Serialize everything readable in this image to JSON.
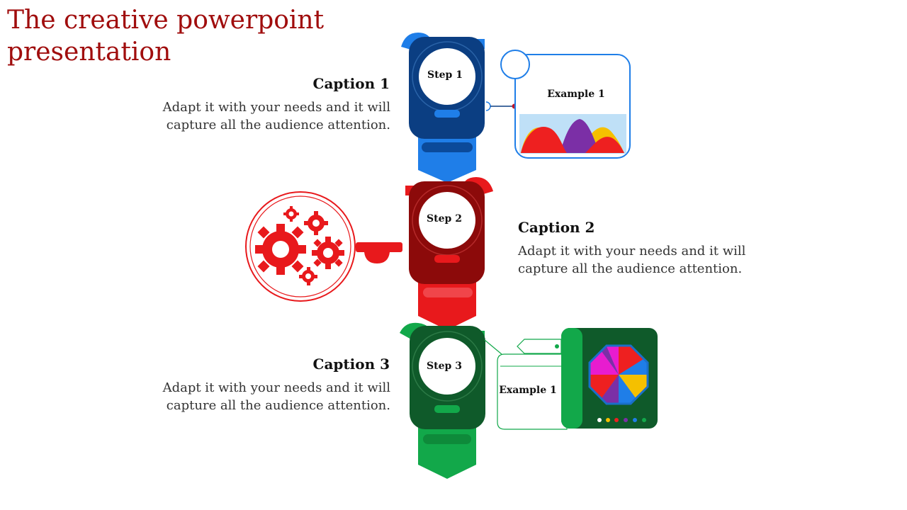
{
  "title": "The creative powerpoint presentation",
  "steps": [
    {
      "label": "Step 1",
      "caption_title": "Caption 1",
      "caption_body": "Adapt it with your needs and it will capture all the audience attention.",
      "color": "#0b3e82",
      "accent": "#1f7ee8"
    },
    {
      "label": "Step 2",
      "caption_title": "Caption 2",
      "caption_body": "Adapt it with your needs and it will capture all the audience attention.",
      "color": "#8c0a0a",
      "accent": "#e8191c"
    },
    {
      "label": "Step 3",
      "caption_title": "Caption 3",
      "caption_body": "Adapt it with your needs and it will capture all the audience attention.",
      "color": "#0f5a2a",
      "accent": "#12a84a"
    }
  ],
  "examples": {
    "example1_label": "Example 1",
    "example3_label": "Example 1"
  },
  "icons": [
    "gears-icon",
    "wave-chart-icon",
    "pie-wheel-icon"
  ]
}
